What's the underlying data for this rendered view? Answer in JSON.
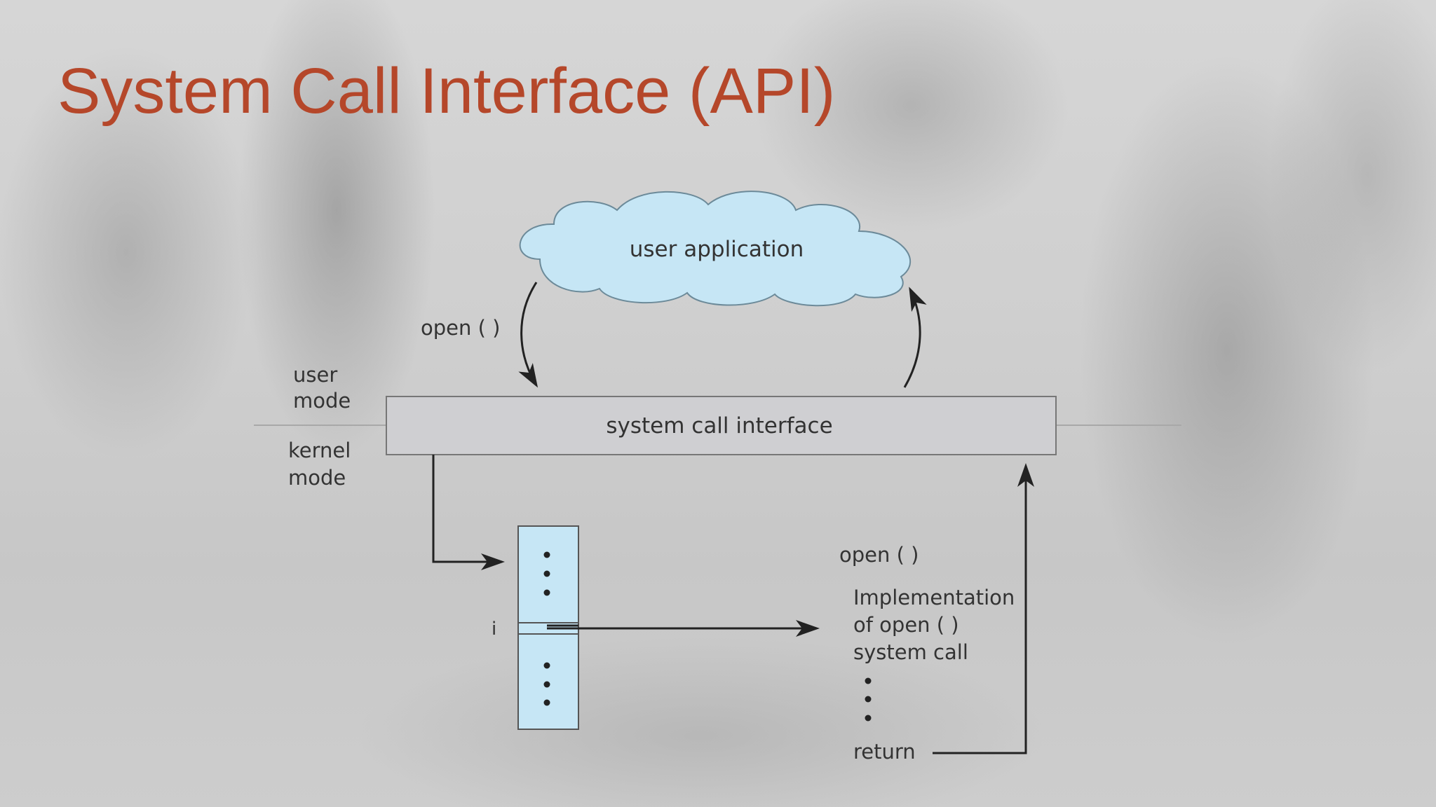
{
  "slide": {
    "title": "System Call Interface (API)"
  },
  "diagram": {
    "user_application": "user application",
    "open_call_label": "open ( )",
    "user_mode_line1": "user",
    "user_mode_line2": "mode",
    "kernel_mode_line1": "kernel",
    "kernel_mode_line2": "mode",
    "system_call_interface": "system call interface",
    "index_label": "i",
    "impl_open_label": "open ( )",
    "impl_line1": "Implementation",
    "impl_line2": "of open ( )",
    "impl_line3": "system call",
    "return_label": "return"
  },
  "colors": {
    "title": "#b5472a",
    "cloud_fill": "#c6e6f5",
    "table_fill": "#c6e6f5",
    "interface_fill": "#cfcfd2"
  }
}
